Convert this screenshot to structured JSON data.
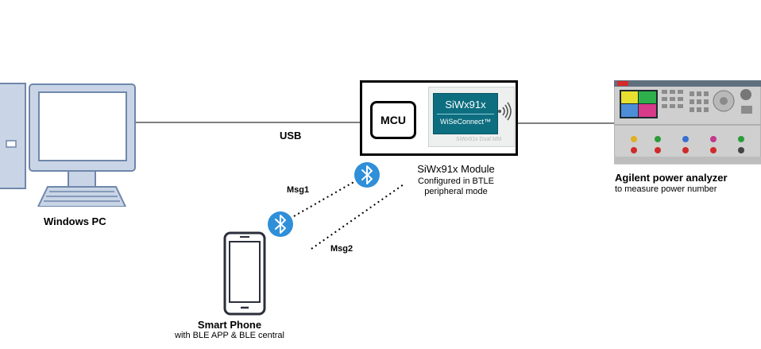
{
  "pc": {
    "label": "Windows PC"
  },
  "link": {
    "usb_label": "USB"
  },
  "module": {
    "mcu_label": "MCU",
    "chip_name": "SiWx91x",
    "chip_sub": "WiSeConnect™",
    "chip_caption": "SiWx91x Dual MM",
    "title": "SiWx91x Module",
    "desc1": "Configured in BTLE",
    "desc2": "peripheral mode"
  },
  "analyzer": {
    "title": "Agilent power analyzer",
    "subtitle": "to measure power number"
  },
  "messages": {
    "msg1": "Msg1",
    "msg2": "Msg2"
  },
  "phone": {
    "title": "Smart Phone",
    "subtitle": "with BLE APP & BLE central"
  },
  "colors": {
    "pc_blue": "#8fa6c4",
    "bluetooth": "#2f8fd8",
    "chip_bg": "#0d6e80",
    "phone": "#2b2f3a"
  },
  "icons": [
    "computer-icon",
    "bluetooth-icon",
    "smartphone-icon",
    "wireless-icon",
    "power-analyzer-image"
  ]
}
